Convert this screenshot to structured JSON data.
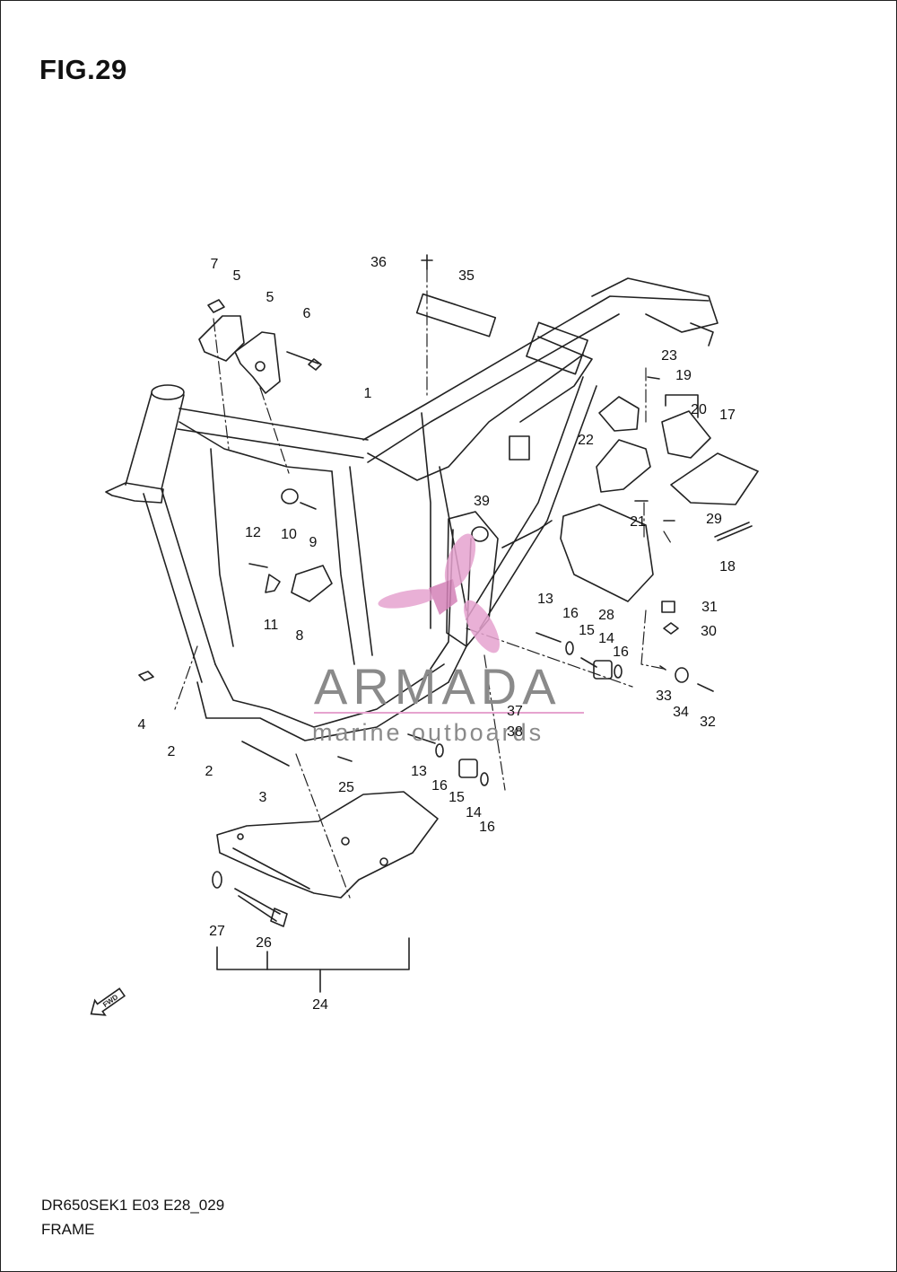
{
  "figure": {
    "title": "FIG.29",
    "model_code": "DR650SEK1 E03 E28_029",
    "name": "FRAME"
  },
  "watermark": {
    "brand": "ARMADA",
    "tagline": "marine outboards",
    "accent": "#e6a3cf"
  },
  "fwd_label": "FWD",
  "callouts": [
    "1",
    "2",
    "2",
    "3",
    "4",
    "5",
    "5",
    "6",
    "7",
    "8",
    "9",
    "10",
    "11",
    "12",
    "13",
    "13",
    "14",
    "14",
    "15",
    "15",
    "16",
    "16",
    "16",
    "16",
    "17",
    "18",
    "19",
    "20",
    "21",
    "22",
    "23",
    "24",
    "25",
    "26",
    "27",
    "28",
    "29",
    "30",
    "31",
    "32",
    "33",
    "34",
    "35",
    "36",
    "37",
    "38",
    "39"
  ]
}
